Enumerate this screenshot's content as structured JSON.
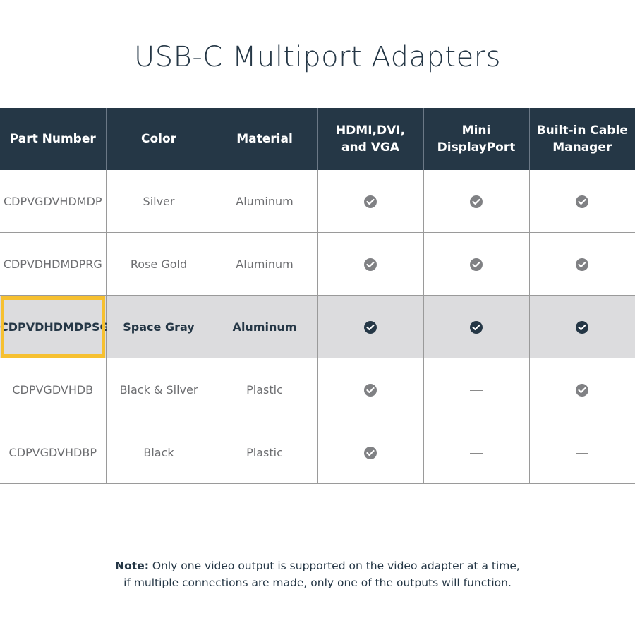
{
  "title": "USB-C Multiport Adapters",
  "table": {
    "headers": [
      "Part Number",
      "Color",
      "Material",
      "HDMI,DVI,\nand VGA",
      "Mini\nDisplayPort",
      "Built-in Cable\nManager"
    ],
    "rows": [
      {
        "part": "CDPVGDVHDMDP",
        "color": "Silver",
        "material": "Aluminum",
        "hdmi_dvi_vga": "check",
        "mini_dp": "check",
        "cable_manager": "check",
        "highlighted": false
      },
      {
        "part": "CDPVDHDMDPRG",
        "color": "Rose Gold",
        "material": "Aluminum",
        "hdmi_dvi_vga": "check",
        "mini_dp": "check",
        "cable_manager": "check",
        "highlighted": false
      },
      {
        "part": "CDPVDHDMDPSG",
        "color": "Space Gray",
        "material": "Aluminum",
        "hdmi_dvi_vga": "check",
        "mini_dp": "check",
        "cable_manager": "check",
        "highlighted": true
      },
      {
        "part": "CDPVGDVHDB",
        "color": "Black & Silver",
        "material": "Plastic",
        "hdmi_dvi_vga": "check",
        "mini_dp": "dash",
        "cable_manager": "check",
        "highlighted": false
      },
      {
        "part": "CDPVGDVHDBP",
        "color": "Black",
        "material": "Plastic",
        "hdmi_dvi_vga": "check",
        "mini_dp": "dash",
        "cable_manager": "dash",
        "highlighted": false
      }
    ]
  },
  "note": {
    "label": "Note:",
    "line1": " Only one video output is supported on the video adapter at a time,",
    "line2": "if multiple connections are made, only one of the outputs will function."
  },
  "colors": {
    "header_bg": "#253746",
    "highlight_row": "#dcdcde",
    "selection_border": "#f6c030",
    "check_default": "#808184"
  }
}
